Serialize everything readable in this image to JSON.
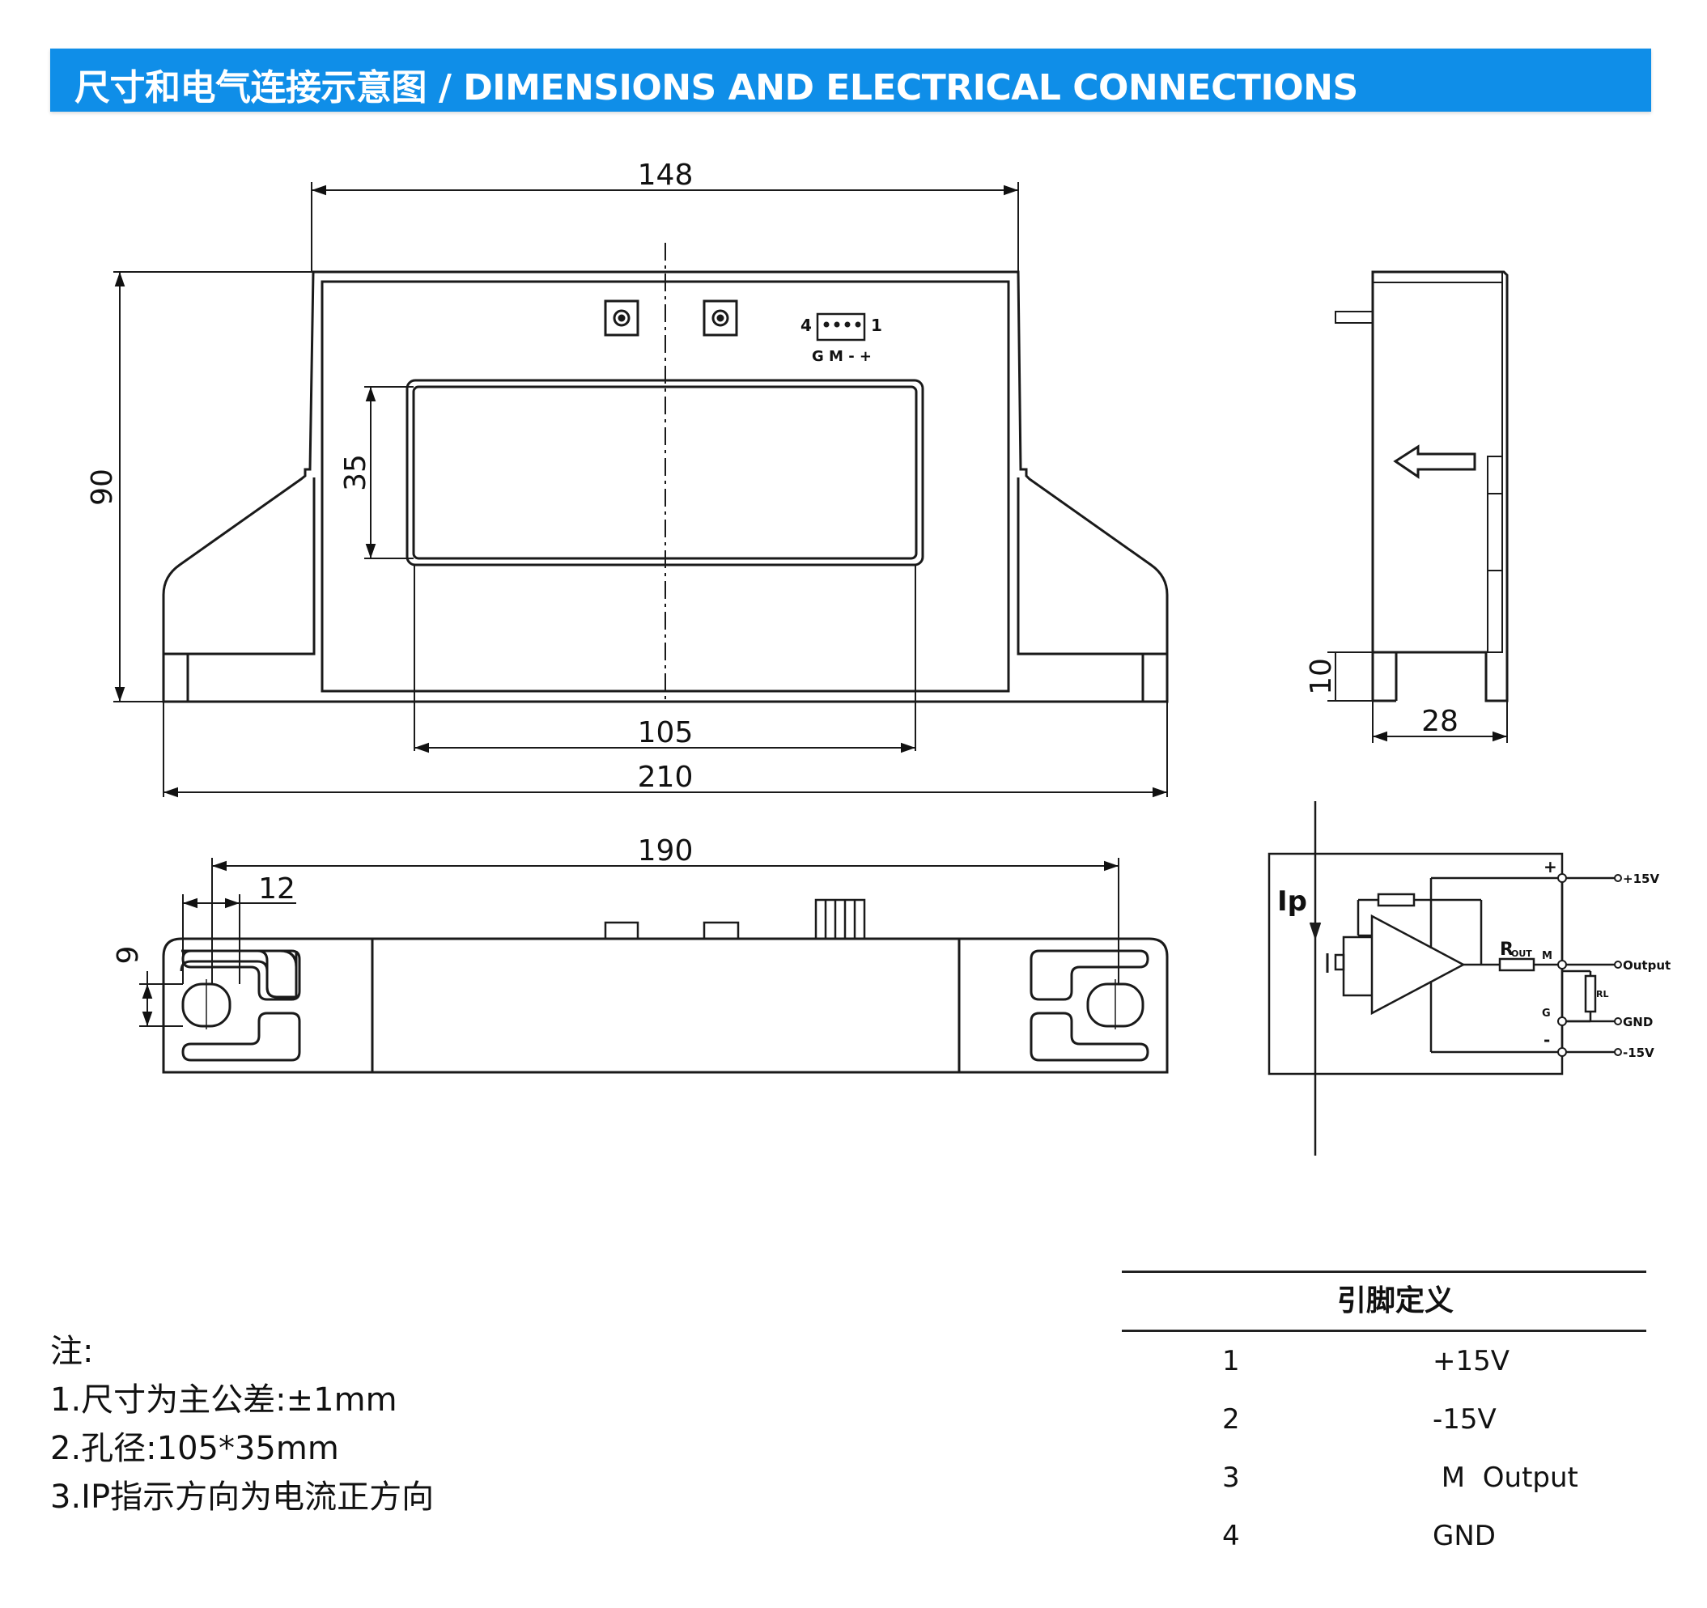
{
  "header": {
    "title": "尺寸和电气连接示意图 / DIMENSIONS AND ELECTRICAL CONNECTIONS",
    "background_color": "#0f8ee8"
  },
  "front_view": {
    "dim_top": "148",
    "dim_height": "90",
    "dim_window_height": "35",
    "dim_window_width": "105",
    "dim_overall_width": "210",
    "connector_pin_left": "4",
    "connector_pin_right": "1",
    "connector_pin_labels": "G M - +"
  },
  "side_view": {
    "dim_depth": "28",
    "dim_foot": "10"
  },
  "bottom_view": {
    "dim_hole_spacing": "190",
    "dim_slot_width": "12",
    "dim_slot_height": "9"
  },
  "circuit": {
    "ip_label": "Ip",
    "resistor_label": "R",
    "resistor_sub": "OUT",
    "load_label": "RL",
    "node_plus": "+",
    "node_m": "M",
    "node_g": "G",
    "node_minus": "-",
    "out_plus15": "+15V",
    "out_output": "Output",
    "out_gnd": "GND",
    "out_minus15": "-15V"
  },
  "notes": {
    "heading": "注:",
    "items": [
      "1.尺寸为主公差:±1mm",
      "2.孔径:105*35mm",
      "3.IP指示方向为电流正方向"
    ]
  },
  "pin_table": {
    "title": "引脚定义",
    "rows": [
      {
        "pin": "1",
        "function": "+15V"
      },
      {
        "pin": "2",
        "function": "-15V"
      },
      {
        "pin": "3",
        "function": " M  Output"
      },
      {
        "pin": "4",
        "function": "GND"
      }
    ]
  }
}
